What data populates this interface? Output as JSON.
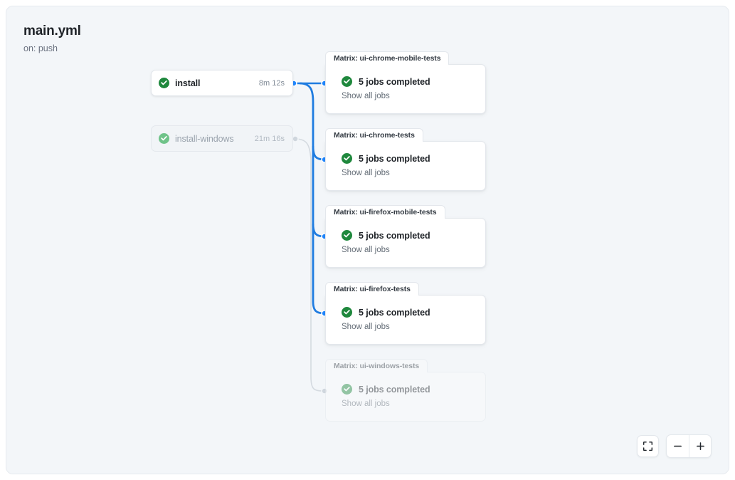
{
  "workflow": {
    "title": "main.yml",
    "trigger": "on: push"
  },
  "colors": {
    "accent_blue": "#2188ff",
    "edge_blue": "#1f7ce0",
    "edge_grey": "#d4dae0",
    "success_green": "#1f883d",
    "canvas_bg": "#f3f6f9",
    "card_bg": "#ffffff",
    "border": "#e3e7ec",
    "text_primary": "#1f2328",
    "text_muted": "#636c76"
  },
  "jobs": [
    {
      "name": "install",
      "duration": "8m 12s",
      "status_icon": "check-circle-icon",
      "state": "completed",
      "dimmed": false
    },
    {
      "name": "install-windows",
      "duration": "21m 16s",
      "status_icon": "check-circle-icon",
      "state": "completed",
      "dimmed": true
    }
  ],
  "matrix_groups": [
    {
      "tab_label": "Matrix: ui-chrome-mobile-tests",
      "status_text": "5 jobs completed",
      "status_icon": "check-circle-icon",
      "link_label": "Show all jobs",
      "dimmed": false
    },
    {
      "tab_label": "Matrix: ui-chrome-tests",
      "status_text": "5 jobs completed",
      "status_icon": "check-circle-icon",
      "link_label": "Show all jobs",
      "dimmed": false
    },
    {
      "tab_label": "Matrix: ui-firefox-mobile-tests",
      "status_text": "5 jobs completed",
      "status_icon": "check-circle-icon",
      "link_label": "Show all jobs",
      "dimmed": false
    },
    {
      "tab_label": "Matrix: ui-firefox-tests",
      "status_text": "5 jobs completed",
      "status_icon": "check-circle-icon",
      "link_label": "Show all jobs",
      "dimmed": false
    },
    {
      "tab_label": "Matrix: ui-windows-tests",
      "status_text": "5 jobs completed",
      "status_icon": "check-circle-icon",
      "link_label": "Show all jobs",
      "dimmed": true
    }
  ],
  "controls": {
    "fit_icon": "fit-to-screen-icon",
    "zoom_out_icon": "minus-icon",
    "zoom_in_icon": "plus-icon"
  }
}
